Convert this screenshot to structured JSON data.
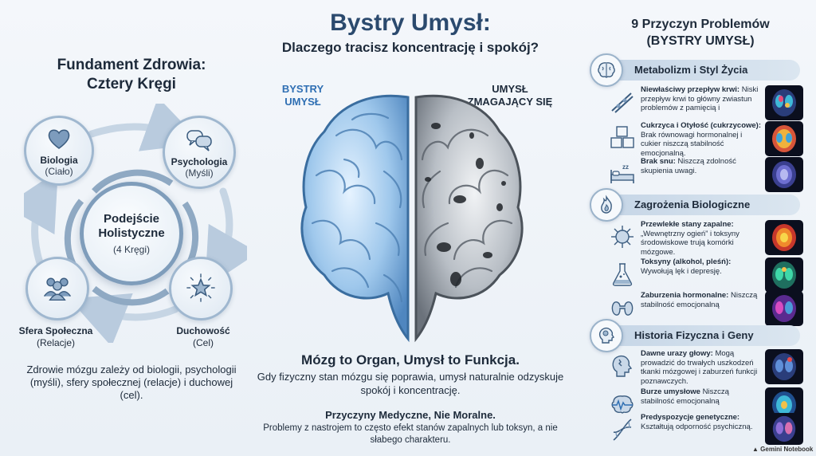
{
  "title": "Bystry Umysł:",
  "subtitle": "Dlaczego tracisz koncentrację i spokój?",
  "left": {
    "heading": "Fundament Zdrowia:\nCztery Kręgi",
    "center": {
      "title": "Podejście Holistyczne",
      "subtitle": "(4 Kręgi)"
    },
    "circles": [
      {
        "title": "Biologia",
        "subtitle": "(Ciało)",
        "icon": "heart-icon"
      },
      {
        "title": "Psychologia",
        "subtitle": "(Myśli)",
        "icon": "speech-bubbles-icon"
      },
      {
        "title": "Sfera Społeczna",
        "subtitle": "(Relacje)",
        "icon": "people-icon"
      },
      {
        "title": "Duchowość",
        "subtitle": "(Cel)",
        "icon": "star-icon"
      }
    ],
    "description": "Zdrowie mózgu zależy od biologii, psychologii (myśli), sfery społecznej (relacje) i duchowej (cel)."
  },
  "center": {
    "label_healthy": "BYSTRY UMYSŁ",
    "label_struggling": "UMYSŁ ZMAGAJĄCY SIĘ",
    "organ_headline": "Mózg to Organ, Umysł to Funkcja.",
    "organ_text": "Gdy fizyczny stan mózgu się poprawia, umysł naturalnie odzyskuje spokój i koncentrację.",
    "medical_headline": "Przyczyny Medyczne, Nie Moralne.",
    "medical_text": "Problemy z nastrojem to często efekt stanów zapalnych lub toksyn, a nie słabego charakteru."
  },
  "right": {
    "heading_line1": "9 Przyczyn Problemów",
    "heading_line2": "(BYSTRY UMYSŁ)",
    "sections": [
      {
        "title": "Metabolizm i Styl Życia",
        "icon": "brain-icon",
        "items": [
          {
            "title": "Niewłaściwy przepływ krwi:",
            "text": "Niski przepływ krwi to główny zwiastun problemów z pamięcią i",
            "icon": "blood-vessel-icon"
          },
          {
            "title": "Cukrzyca i Otyłość (cukrzycowe):",
            "text": "Brak równowagi hormonalnej i cukier niszczą stabilność emocjonalną.",
            "icon": "sugar-cubes-icon"
          },
          {
            "title": "Brak snu:",
            "text": "Niszczą zdolność skupienia uwagi.",
            "icon": "bed-icon"
          }
        ]
      },
      {
        "title": "Zagrożenia Biologiczne",
        "icon": "flame-icon",
        "items": [
          {
            "title": "Przewlekłe stany zapalne:",
            "text": "„Wewnętrzny ogień” i toksyny środowiskowe trują komórki mózgowe.",
            "icon": "virus-icon"
          },
          {
            "title": "Toksyny (alkohol, pleśń):",
            "text": "Wywołują lęk i depresję.",
            "icon": "flask-icon"
          },
          {
            "title": "Zaburzenia hormonalne:",
            "text": "Niszczą stabilność emocjonalną",
            "icon": "thyroid-icon"
          }
        ]
      },
      {
        "title": "Historia Fizyczna i Geny",
        "icon": "head-profile-icon",
        "items": [
          {
            "title": "Dawne urazy głowy:",
            "text": "Mogą prowadzić do trwałych uszkodzeń tkanki mózgowej i zaburzeń funkcji poznawczych.",
            "icon": "head-injury-icon"
          },
          {
            "title": "Burze umysłowe",
            "text": "Niszczą stabilność emocjonalną",
            "icon": "brain-wave-icon"
          },
          {
            "title": "Predyspozycje genetyczne:",
            "text": "Kształtują odporność psychiczną.",
            "icon": "dna-icon"
          }
        ]
      }
    ]
  },
  "footer": {
    "logo": "Gemini Notebook"
  },
  "colors": {
    "title_blue": "#2b4a6e",
    "healthy_blue": "#2f6fb3",
    "ring_blue": "#7f9dbb",
    "scan_bg": "#0b0f1e"
  }
}
